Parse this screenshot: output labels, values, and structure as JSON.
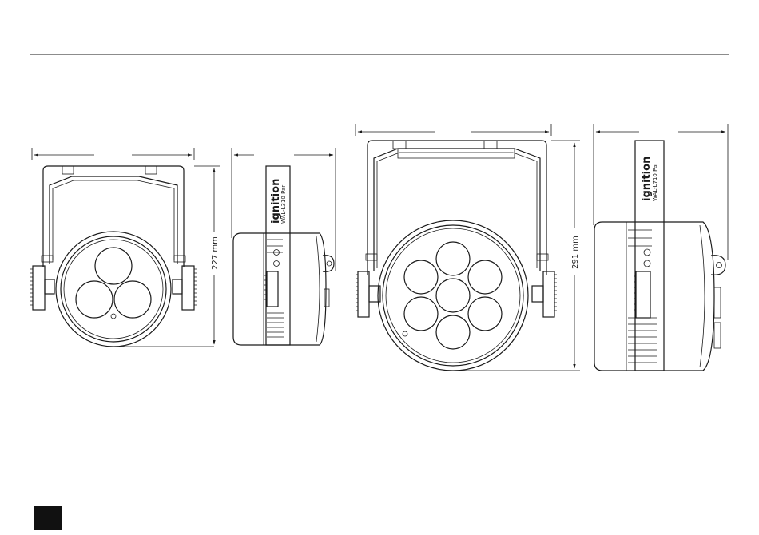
{
  "colors": {
    "line": "#1a1a1a",
    "page_marker": "#111111",
    "background": "#ffffff"
  },
  "small_fixture": {
    "height_label": "227 mm",
    "brand": "ignition",
    "model": "WAL-L310 Par",
    "led_count": 3
  },
  "large_fixture": {
    "height_label": "291 mm",
    "brand": "ignition",
    "model": "WAL-L710 Par",
    "led_count": 7
  }
}
